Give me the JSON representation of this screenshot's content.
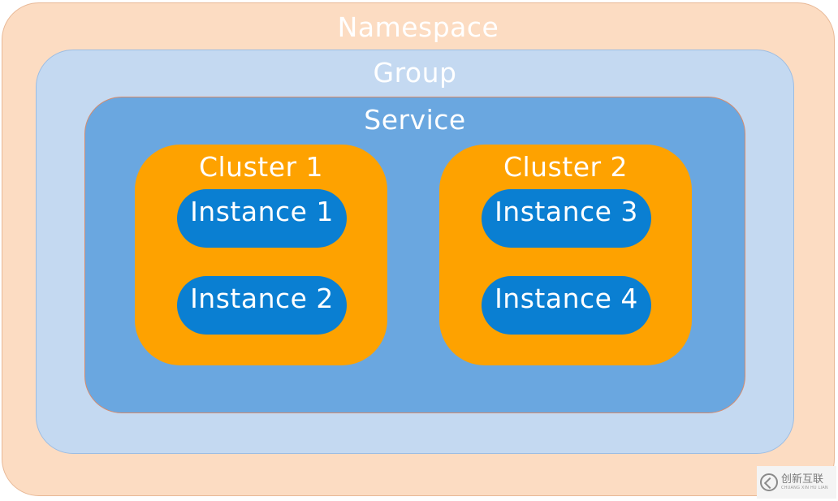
{
  "namespace": {
    "label": "Namespace"
  },
  "group": {
    "label": "Group"
  },
  "service": {
    "label": "Service"
  },
  "clusters": [
    {
      "label": "Cluster 1",
      "instances": [
        {
          "label": "Instance 1"
        },
        {
          "label": "Instance 2"
        }
      ]
    },
    {
      "label": "Cluster 2",
      "instances": [
        {
          "label": "Instance 3"
        },
        {
          "label": "Instance 4"
        }
      ]
    }
  ],
  "watermark": {
    "cn": "创新互联",
    "en": "CHUANG XIN HU LIAN"
  },
  "colors": {
    "namespace": "#fcdcc2",
    "group": "#c4d9f1",
    "service": "#6aa7e0",
    "cluster": "#fea200",
    "instance": "#0a7fd2",
    "text": "#ffffff"
  }
}
